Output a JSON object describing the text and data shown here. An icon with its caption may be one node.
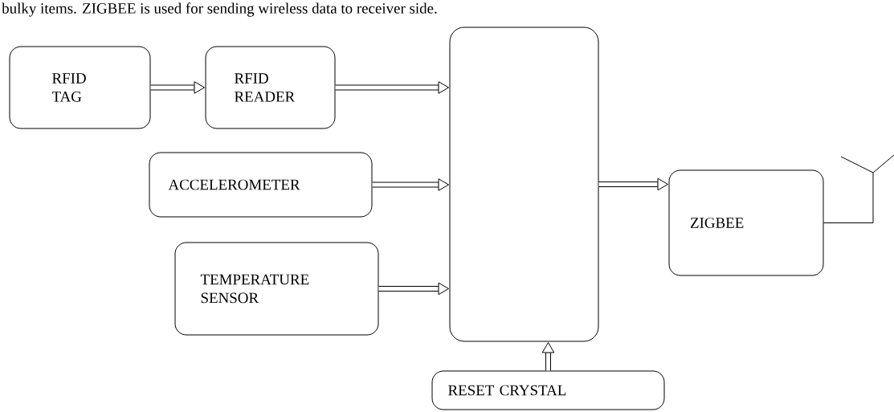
{
  "diagram": {
    "nodes": [
      {
        "text": [
          "RFID TAG"
        ]
      },
      {
        "text": [
          "RFID READER"
        ]
      },
      {
        "text": [],
        "shape": "box"
      },
      {
        "text": [
          "ACCELEROMETER"
        ]
      },
      {
        "text": [
          "TEMPERATURE SENSOR"
        ]
      },
      {
        "text": [
          "ZIGBEE"
        ]
      },
      {
        "text": [],
        "shape": "picture"
      },
      {
        "text": [
          "RESET CRYSTAL"
        ]
      }
    ],
    "edges": [
      {
        "from": 0,
        "to": 1,
        "arrow": "to"
      },
      {
        "from": 1,
        "to": 2,
        "arrow": "to"
      },
      {
        "from": 3,
        "to": 2,
        "arrow": "to"
      },
      {
        "from": 4,
        "to": 2,
        "arrow": "to"
      },
      {
        "from": 2,
        "to": 5,
        "arrow": "to"
      },
      {
        "from": 7,
        "to": 2,
        "arrow": "to"
      },
      {
        "from": 5,
        "to": 6,
        "arrow": "none"
      }
    ],
    "labels": [
      "bulky items. ZIGBEE is used for sending wireless data to receiver side."
    ]
  }
}
